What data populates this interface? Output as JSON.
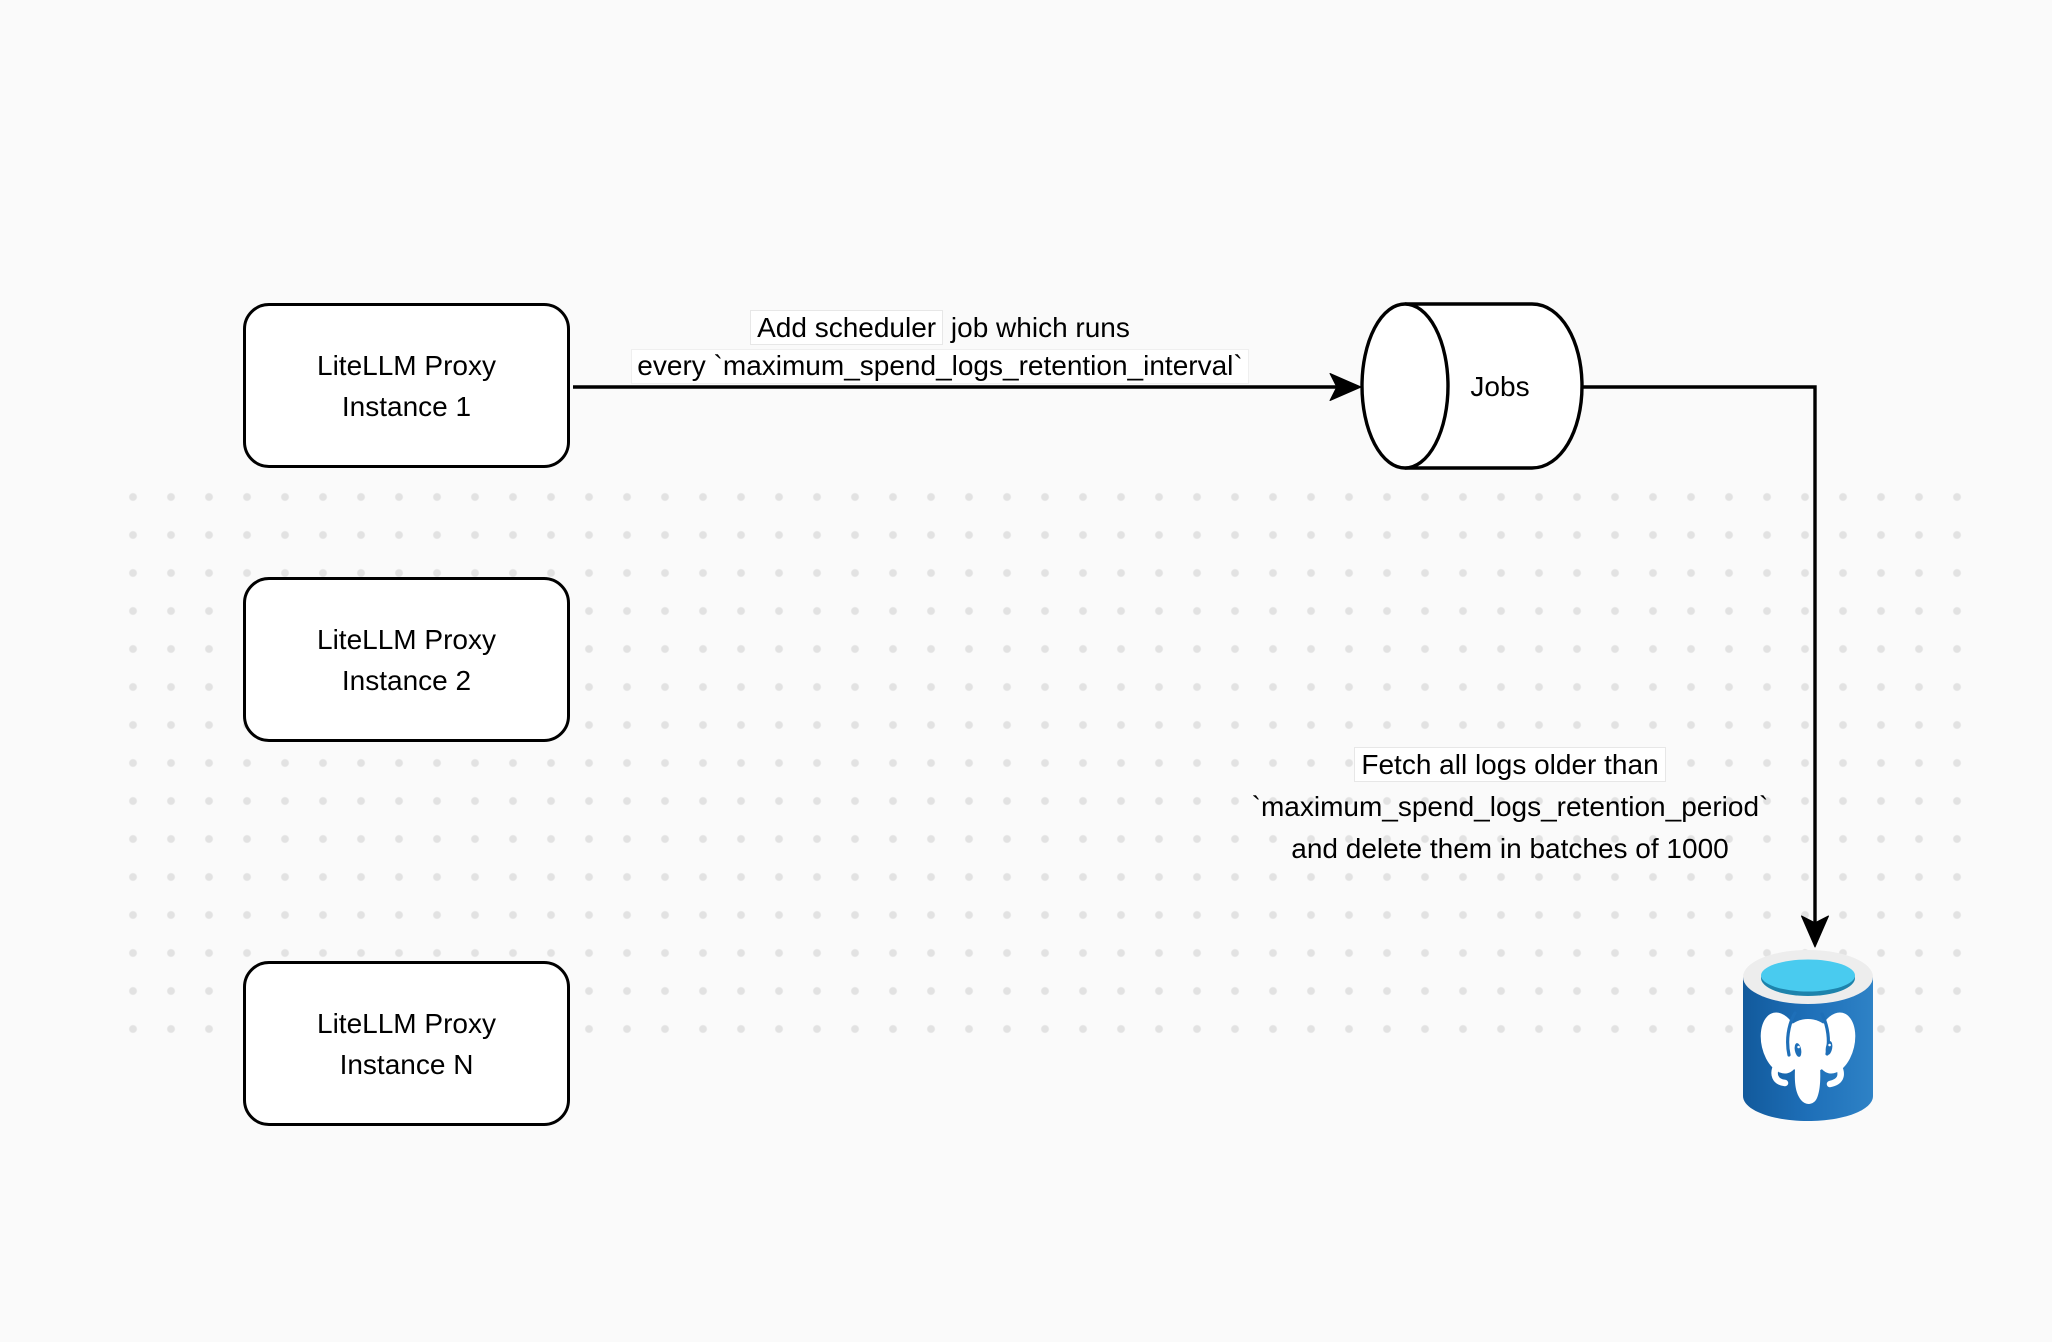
{
  "nodes": {
    "proxy1": {
      "line1": "LiteLLM Proxy",
      "line2": "Instance 1"
    },
    "proxy2": {
      "line1": "LiteLLM Proxy",
      "line2": "Instance 2"
    },
    "proxyN": {
      "line1": "LiteLLM Proxy",
      "line2": "Instance N"
    },
    "jobs": {
      "label": "Jobs"
    },
    "database": {
      "icon": "postgresql-database-icon"
    }
  },
  "edges": {
    "scheduler": {
      "line1_highlight": "Add scheduler",
      "line1_rest": " job which runs",
      "line2": "every `maximum_spend_logs_retention_interval`"
    },
    "fetch": {
      "line1": "Fetch all logs older than",
      "line2": "`maximum_spend_logs_retention_period`",
      "line3": "and delete them in batches of 1000"
    }
  },
  "colors": {
    "background": "#fafafa",
    "dot_grid": "#e2e2e2",
    "diagram_stroke": "#000000",
    "node_fill": "#ffffff",
    "postgres_blue": "#1e6fb8",
    "postgres_blue_dark": "#125a9c",
    "postgres_blue_light": "#2e82c6",
    "postgres_cyan": "#49cbef",
    "postgres_teal": "#1d83ac",
    "postgres_rim": "#ededed"
  }
}
